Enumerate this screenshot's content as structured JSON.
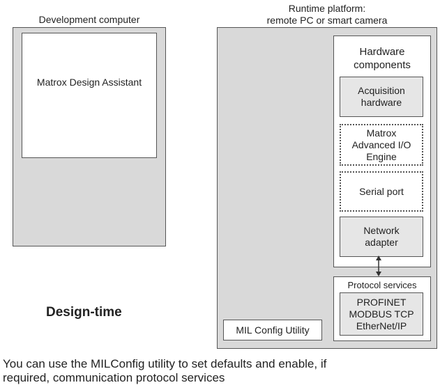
{
  "dev": {
    "title": "Development computer",
    "app": "Matrox Design Assistant",
    "mode": "Design-time"
  },
  "runtime": {
    "title": "Runtime platform:\nremote PC or smart camera",
    "hardware": {
      "title": "Hardware\ncomponents",
      "items": [
        "Acquisition\nhardware",
        "Matrox\nAdvanced I/O\nEngine",
        "Serial port",
        "Network\nadapter"
      ]
    },
    "protocol": {
      "title": "Protocol services",
      "list": "PROFINET\nMODBUS TCP\nEtherNet/IP"
    },
    "milconfig": "MIL Config Utility"
  },
  "caption": "You can use the MILConfig utility to set defaults and enable, if\nrequired, communication protocol services",
  "colors": {
    "panel": "#d9d9d9",
    "border": "#555555",
    "inner": "#e6e6e6"
  }
}
